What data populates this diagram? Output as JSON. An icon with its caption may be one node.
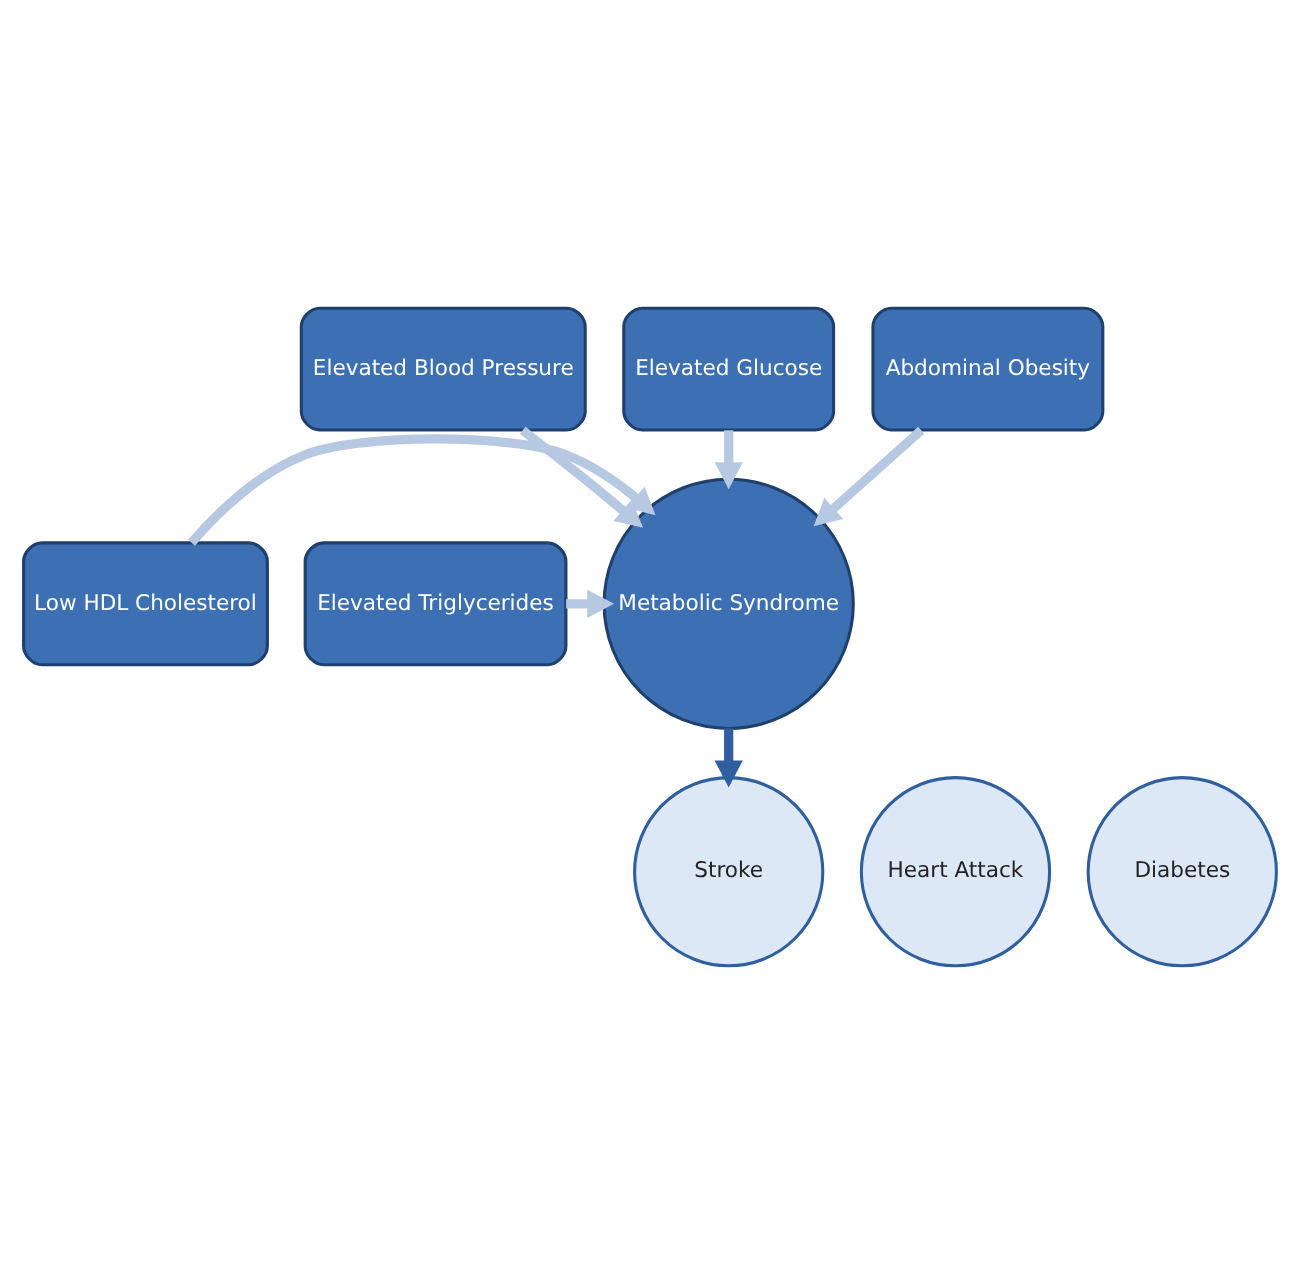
{
  "diagram": {
    "nodes": [
      {
        "text": [
          "Elevated Blood Pressure"
        ]
      },
      {
        "text": [
          "Elevated Glucose"
        ]
      },
      {
        "text": [
          "Abdominal Obesity"
        ]
      },
      {
        "text": [
          "Low HDL Cholesterol"
        ]
      },
      {
        "text": [
          "Metabolic Syndrome"
        ]
      },
      {
        "text": [
          "Elevated Triglycerides"
        ]
      },
      {
        "text": [
          "Heart Attack"
        ]
      },
      {
        "text": [
          "Stroke"
        ]
      },
      {
        "text": [
          "Diabetes"
        ]
      }
    ],
    "edges": [
      {
        "from": 0,
        "to": 4,
        "arrow": "to"
      },
      {
        "from": 1,
        "to": 4,
        "arrow": "to"
      },
      {
        "from": 2,
        "to": 4,
        "arrow": "to"
      },
      {
        "from": 3,
        "to": 4,
        "arrow": "to"
      },
      {
        "from": 5,
        "to": 4,
        "arrow": "to"
      },
      {
        "from": 4,
        "to": 7,
        "arrow": "to",
        "color": "#2f5f9e"
      }
    ]
  }
}
